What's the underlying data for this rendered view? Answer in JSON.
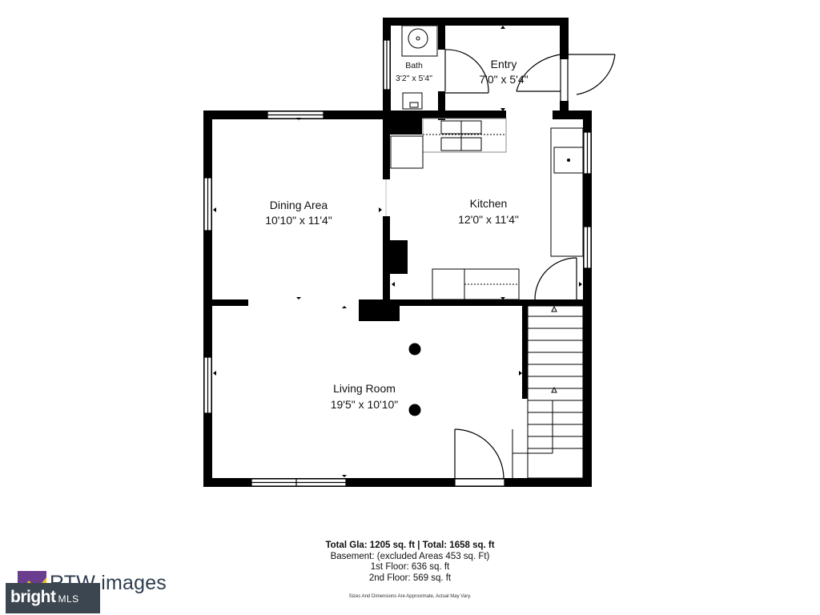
{
  "rooms": {
    "bath": {
      "name": "Bath",
      "dims": "3'2\" x 5'4\""
    },
    "entry": {
      "name": "Entry",
      "dims": "7'0\" x 5'4\""
    },
    "dining": {
      "name": "Dining Area",
      "dims": "10'10\" x 11'4\""
    },
    "kitchen": {
      "name": "Kitchen",
      "dims": "12'0\" x 11'4\""
    },
    "living": {
      "name": "Living Room",
      "dims": "19'5\" x 10'10\""
    }
  },
  "summary": {
    "totals": "Total Gla: 1205 sq. ft | Total: 1658 sq. ft",
    "basement": "Basement: (excluded Areas 453 sq. Ft)",
    "first_floor": "1st Floor: 636 sq. ft",
    "second_floor": "2nd Floor: 569 sq. ft",
    "disclaimer": "Sizes And Dimensions Are Approximate, Actual May Vary."
  },
  "branding": {
    "rtw_text": "RTW images",
    "bright_text": "bright",
    "mls_text": "MLS",
    "colors": {
      "rtw_purple": "#6a3d8f",
      "rtw_yellow": "#f2c21b",
      "bright_bg": "#3c4650"
    }
  }
}
